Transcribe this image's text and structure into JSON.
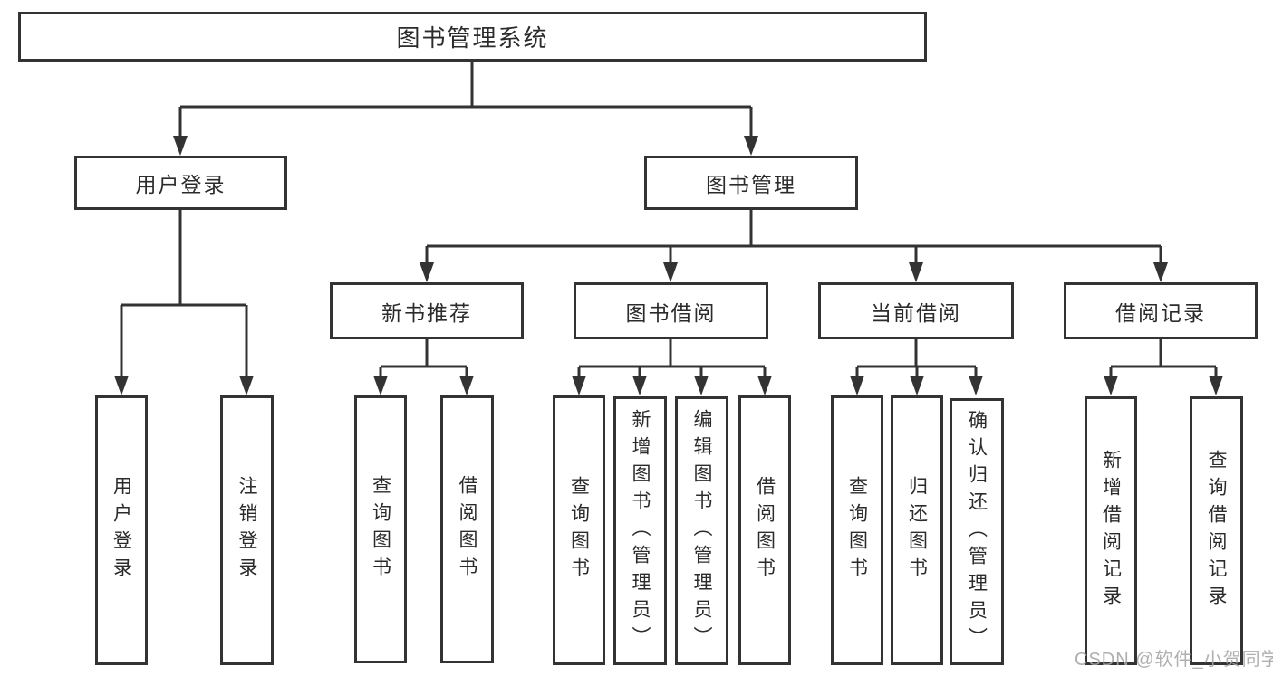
{
  "diagram": {
    "root": {
      "label": "图书管理系统"
    },
    "level2": [
      {
        "label": "用户登录"
      },
      {
        "label": "图书管理"
      }
    ],
    "level3": [
      {
        "label": "新书推荐"
      },
      {
        "label": "图书借阅"
      },
      {
        "label": "当前借阅"
      },
      {
        "label": "借阅记录"
      }
    ],
    "leaves": {
      "user_login": [
        "用户登录",
        "注销登录"
      ],
      "new_book_recommend": [
        "查询图书",
        "借阅图书"
      ],
      "book_borrow": [
        "查询图书",
        "新增图书（管理员）",
        "编辑图书（管理员）",
        "借阅图书"
      ],
      "current_borrow": [
        "查询图书",
        "归还图书",
        "确认归还（管理员）"
      ],
      "borrow_record": [
        "新增借阅记录",
        "查询借阅记录"
      ]
    }
  },
  "watermark": "CSDN @软件_小贺同学",
  "colors": {
    "line": "#333333",
    "text": "#2b2b2b",
    "watermark": "#a6a6a6",
    "background": "#ffffff"
  }
}
